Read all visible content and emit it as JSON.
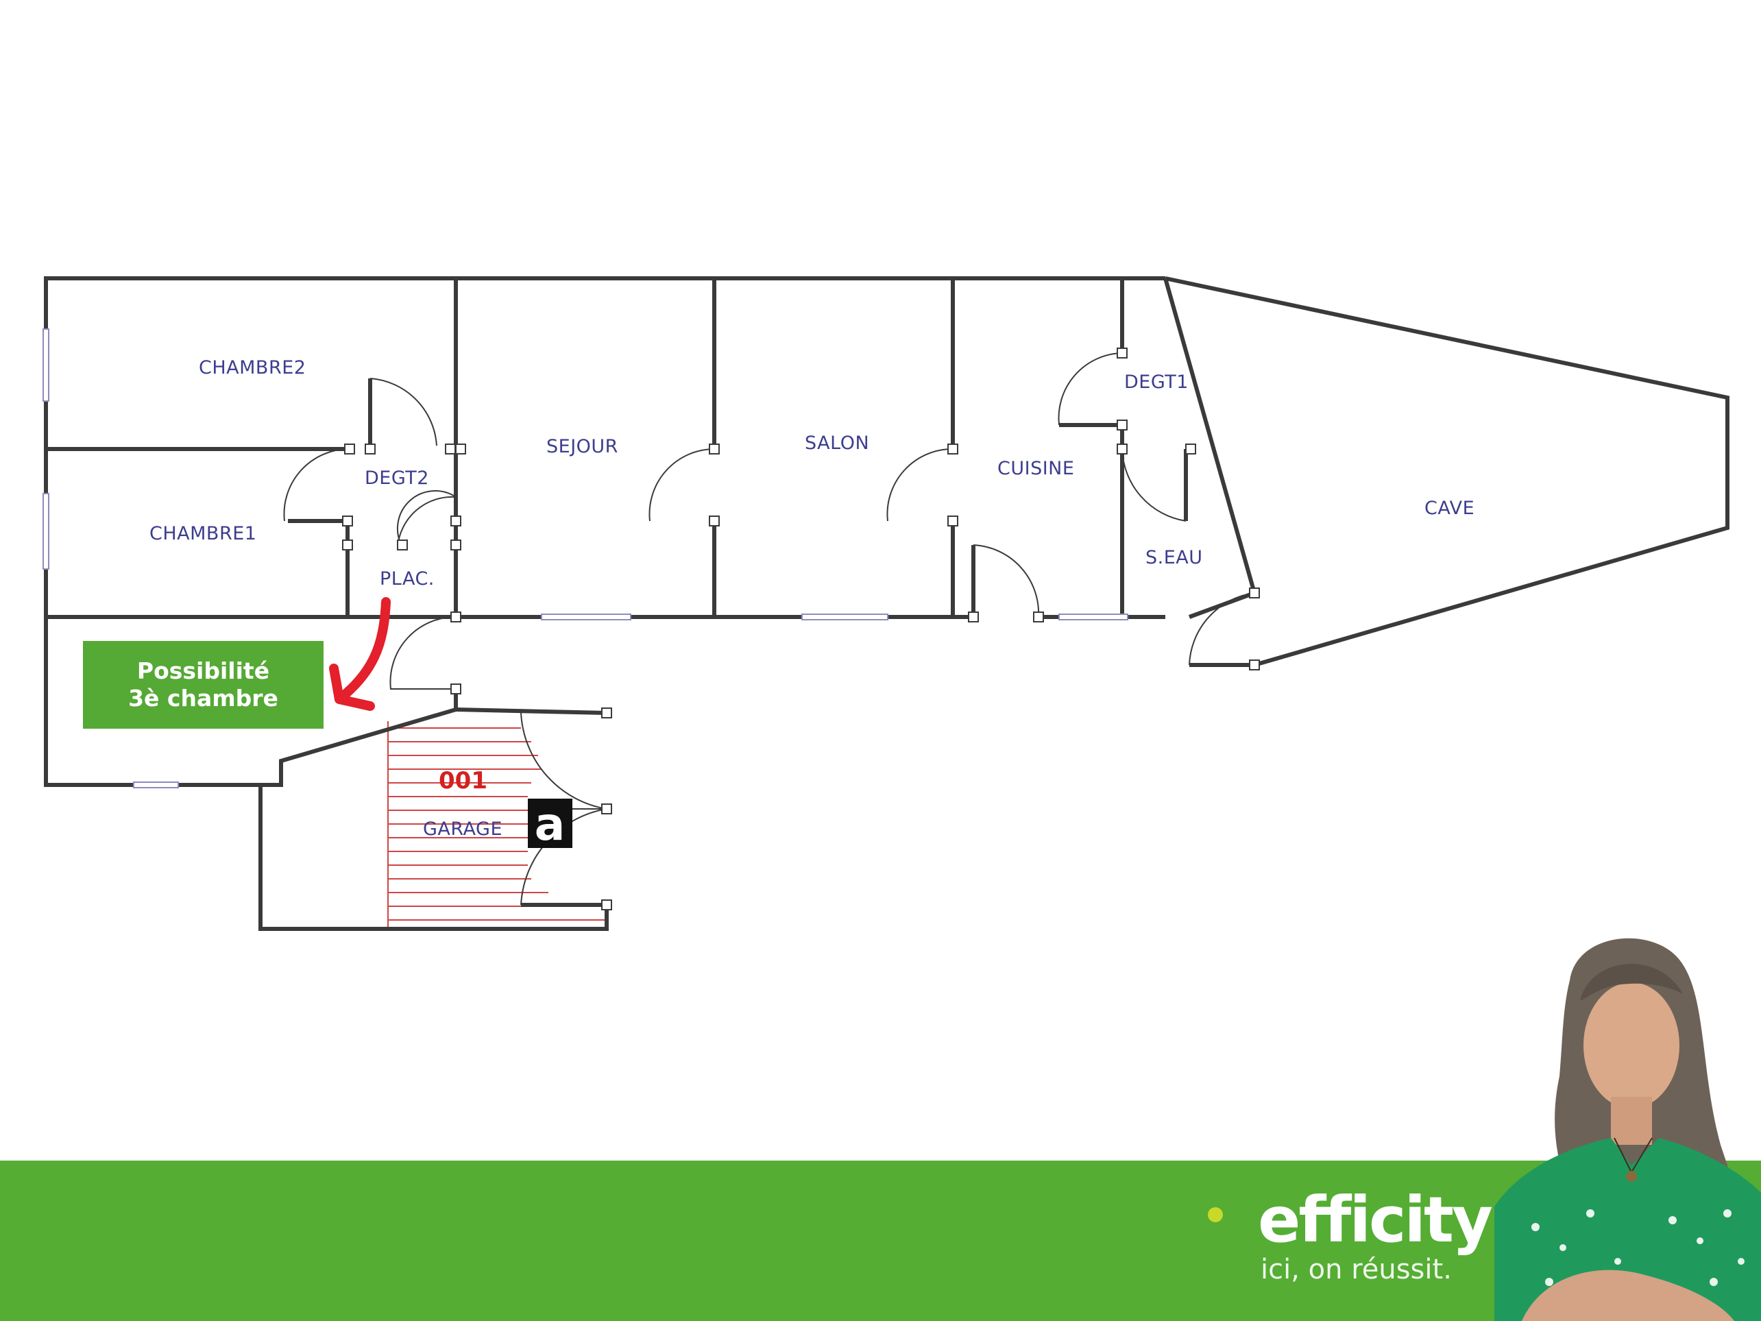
{
  "rooms": {
    "chambre2": "CHAMBRE2",
    "chambre1": "CHAMBRE1",
    "degt2": "DEGT2",
    "plac": "PLAC.",
    "sejour": "SEJOUR",
    "salon": "SALON",
    "cuisine": "CUISINE",
    "degt1": "DEGT1",
    "seau": "S.EAU",
    "cave": "CAVE",
    "garage": "GARAGE"
  },
  "garage_lot_number": "001",
  "marker_letter": "a",
  "callout": {
    "line1": "Possibilité",
    "line2": "3è chambre"
  },
  "brand": {
    "name": "efficity",
    "tagline": "ici, on réussit."
  },
  "colors": {
    "brand_green": "#55ad34",
    "brand_dot": "#c8d92a",
    "wall": "#3a3a3a",
    "arrow": "#e3202b",
    "garage_hatch": "#d04545",
    "room_text": "#3d3d8f"
  }
}
